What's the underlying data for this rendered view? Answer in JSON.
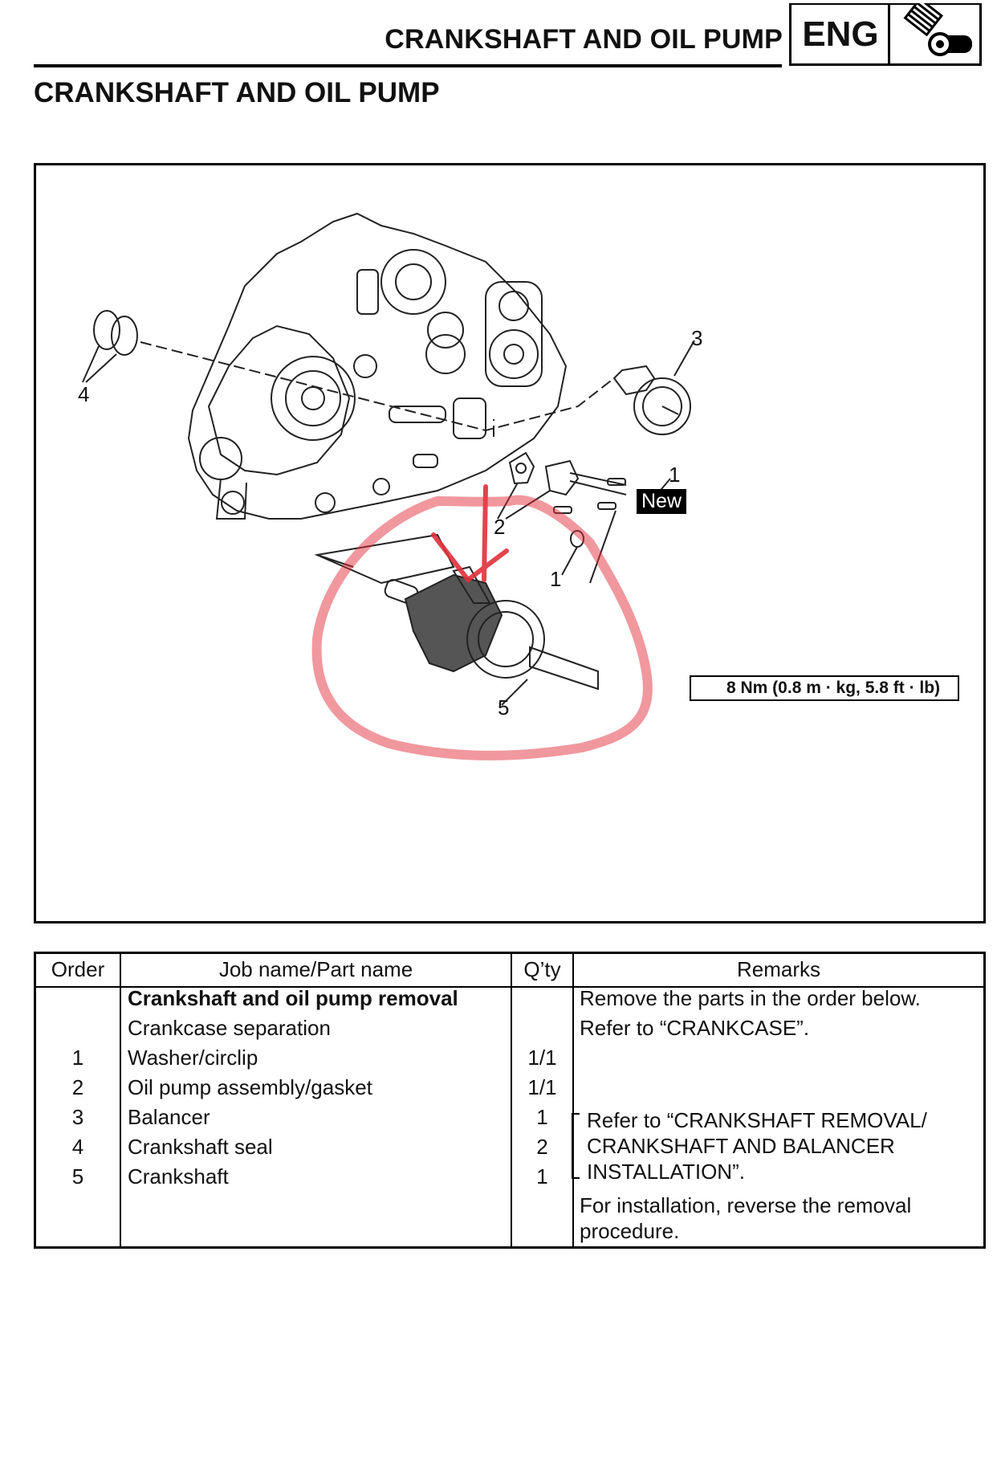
{
  "header": {
    "running_title": "CRANKSHAFT AND OIL PUMP",
    "section_code": "ENG",
    "section_icon": "engine-gear-icon"
  },
  "page_title": "CRANKSHAFT AND OIL PUMP",
  "figure": {
    "callouts": [
      "4",
      "3",
      "1",
      "2",
      "1",
      "5"
    ],
    "new_label": "New",
    "torque": "8 Nm (0.8 m · kg, 5.8 ft · lb)",
    "annotation_color": "#e0303a"
  },
  "table": {
    "headers": {
      "order": "Order",
      "job": "Job name/Part name",
      "qty": "Q’ty",
      "remarks": "Remarks"
    },
    "rows": [
      {
        "order": "",
        "name": "Crankshaft and oil pump removal",
        "qty": "",
        "bold": true
      },
      {
        "order": "",
        "name": "Crankcase separation",
        "qty": ""
      },
      {
        "order": "1",
        "name": "Washer/circlip",
        "qty": "1/1"
      },
      {
        "order": "2",
        "name": "Oil pump assembly/gasket",
        "qty": "1/1"
      },
      {
        "order": "3",
        "name": "Balancer",
        "qty": "1"
      },
      {
        "order": "4",
        "name": "Crankshaft seal",
        "qty": "2"
      },
      {
        "order": "5",
        "name": "Crankshaft",
        "qty": "1"
      }
    ],
    "remarks": {
      "r1": "Remove the parts in the order below.",
      "r2": "Refer to “CRANKCASE”.",
      "r3a": "Refer to “CRANKSHAFT REMOVAL/",
      "r3b": "CRANKSHAFT AND BALANCER",
      "r3c": "INSTALLATION”.",
      "r4a": "For installation, reverse the removal",
      "r4b": "procedure."
    }
  }
}
